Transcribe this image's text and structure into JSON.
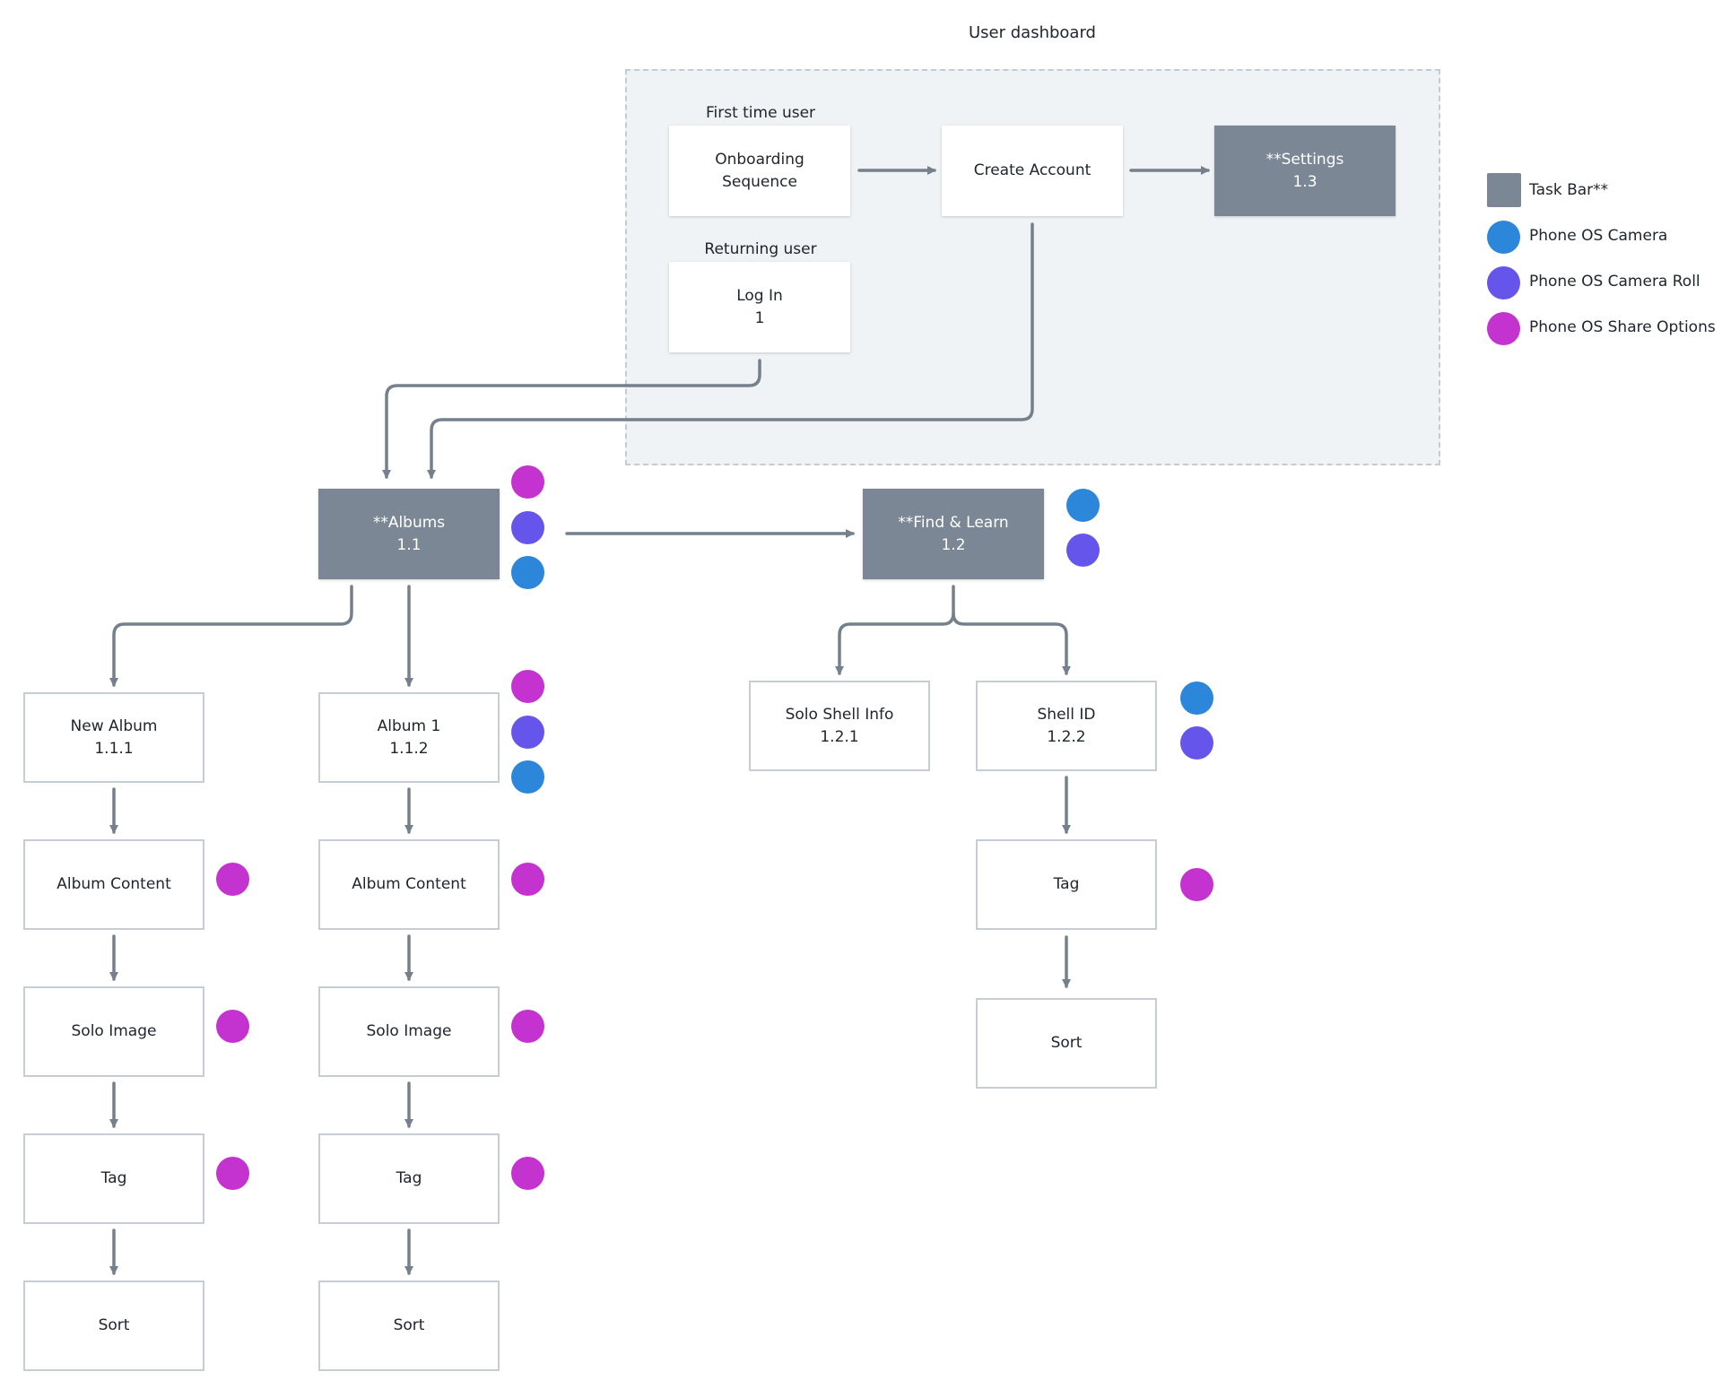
{
  "colors": {
    "task_bar": "#7b8794",
    "phone_os_camera": "#2c86d9",
    "phone_os_camera_roll": "#6655ea",
    "phone_os_share_options": "#c432cf",
    "connector": "#74808c",
    "group_bg": "#f0f3f5"
  },
  "group": {
    "title": "User dashboard"
  },
  "captions": {
    "first_time": "First time user",
    "returning": "Returning user"
  },
  "nodes": {
    "onboarding": {
      "line1": "Onboarding",
      "line2": "Sequence"
    },
    "create_account": {
      "line1": "Create Account",
      "line2": ""
    },
    "settings": {
      "line1": "**Settings",
      "line2": "1.3"
    },
    "login": {
      "line1": "Log In",
      "line2": "1"
    },
    "albums": {
      "line1": "**Albums",
      "line2": "1.1"
    },
    "find_learn": {
      "line1": "**Find & Learn",
      "line2": "1.2"
    },
    "new_album": {
      "line1": "New Album",
      "line2": "1.1.1"
    },
    "album1": {
      "line1": "Album 1",
      "line2": "1.1.2"
    },
    "solo_shell": {
      "line1": "Solo Shell Info",
      "line2": "1.2.1"
    },
    "shell_id": {
      "line1": "Shell ID",
      "line2": "1.2.2"
    },
    "c1_album_content": {
      "line1": "Album Content",
      "line2": ""
    },
    "c1_solo_image": {
      "line1": "Solo Image",
      "line2": ""
    },
    "c1_tag": {
      "line1": "Tag",
      "line2": ""
    },
    "c1_sort": {
      "line1": "Sort",
      "line2": ""
    },
    "c2_album_content": {
      "line1": "Album Content",
      "line2": ""
    },
    "c2_solo_image": {
      "line1": "Solo Image",
      "line2": ""
    },
    "c2_tag": {
      "line1": "Tag",
      "line2": ""
    },
    "c2_sort": {
      "line1": "Sort",
      "line2": ""
    },
    "shell_tag": {
      "line1": "Tag",
      "line2": ""
    },
    "shell_sort": {
      "line1": "Sort",
      "line2": ""
    }
  },
  "legend": [
    {
      "icon": "task-bar-square",
      "label": "Task Bar**"
    },
    {
      "icon": "camera-dot",
      "label": "Phone OS Camera"
    },
    {
      "icon": "camera-roll-dot",
      "label": "Phone OS Camera Roll"
    },
    {
      "icon": "share-options-dot",
      "label": "Phone OS Share Options"
    }
  ]
}
